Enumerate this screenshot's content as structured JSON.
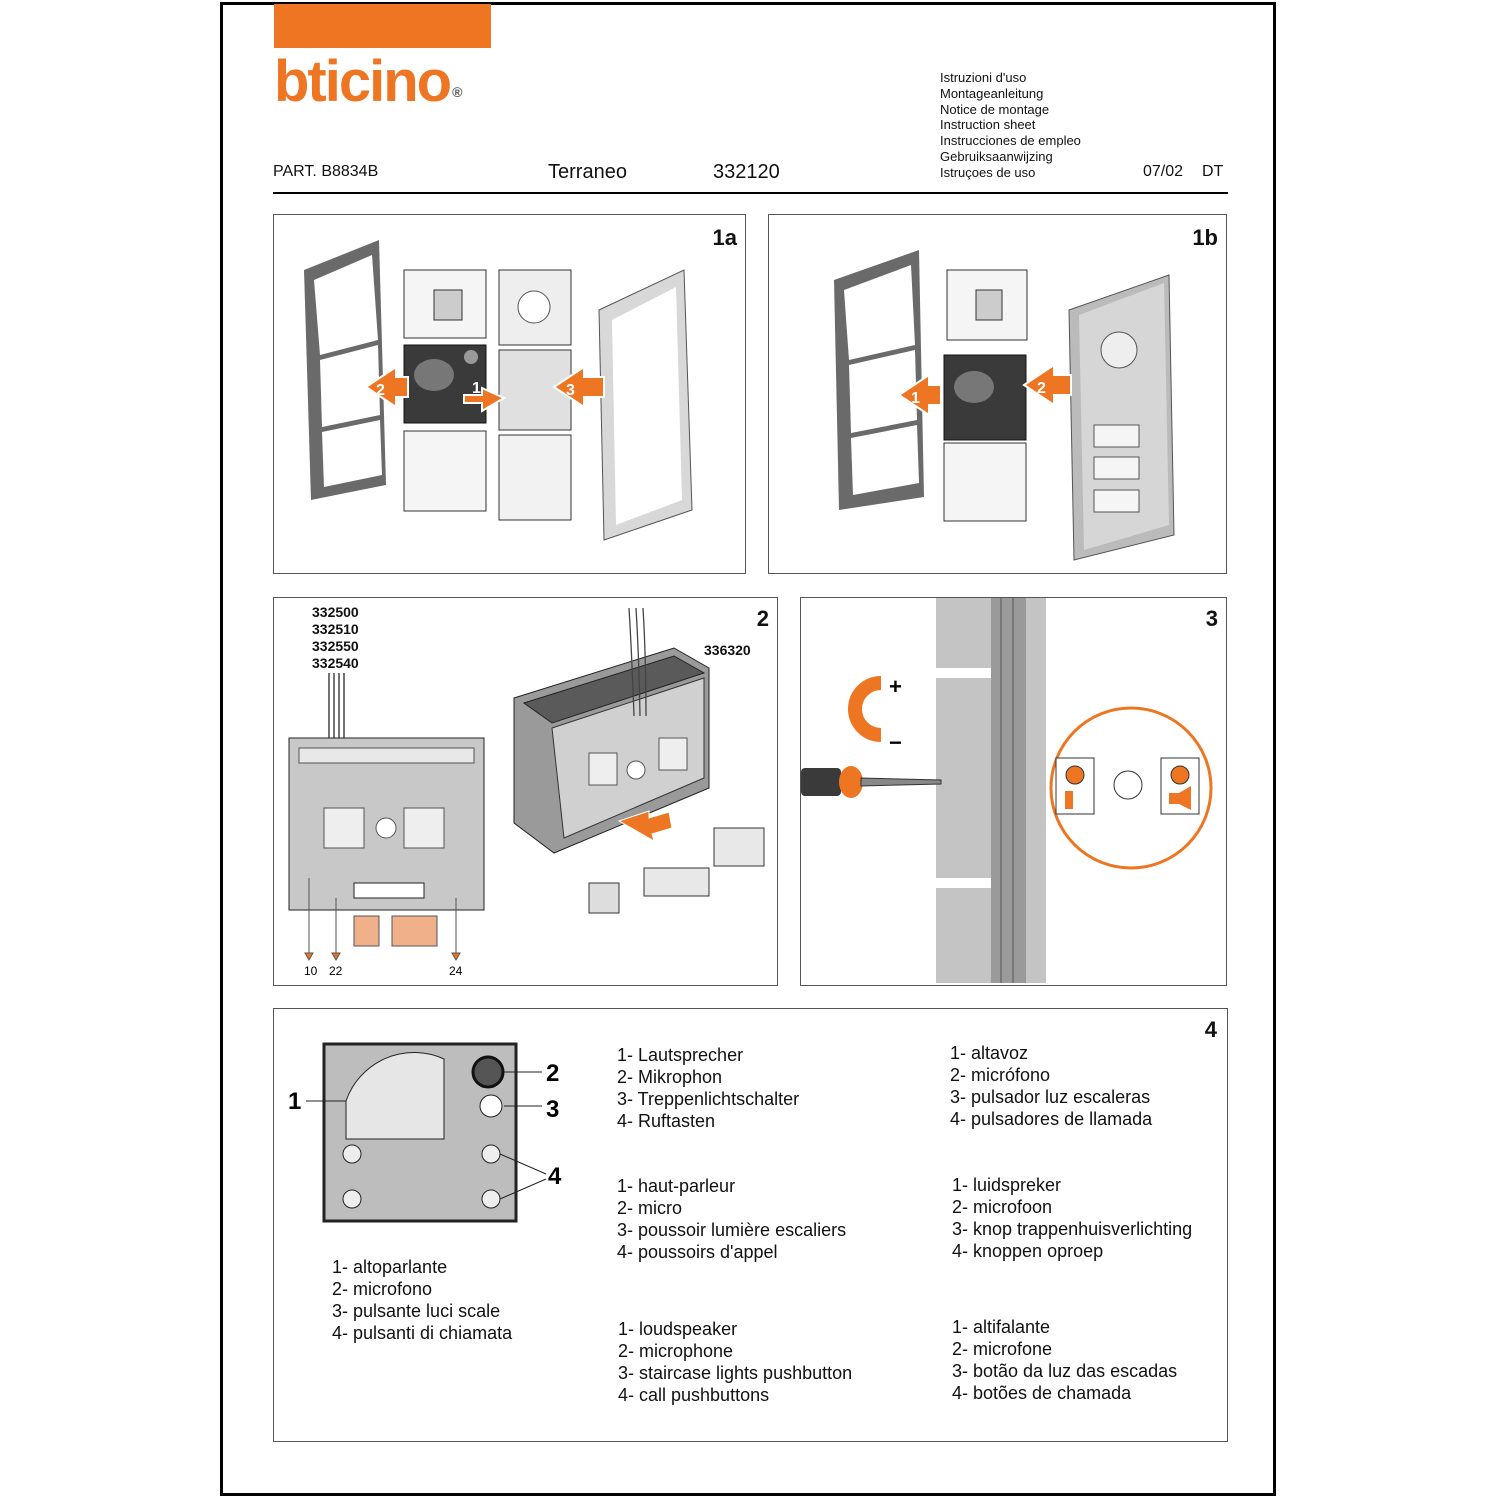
{
  "brand": {
    "name": "bticino",
    "registered": "®",
    "accent_color": "#ee7623"
  },
  "languages": [
    "Istruzioni d'uso",
    "Montageanleitung",
    "Notice de montage",
    "Instruction sheet",
    "Instrucciones de empleo",
    "Gebruiksaanwijzing",
    "Istruçoes de uso"
  ],
  "header": {
    "part": "PART. B8834B",
    "product": "Terraneo",
    "code": "332120",
    "date": "07/02",
    "dt": "DT"
  },
  "panels": {
    "p1a": {
      "label": "1a",
      "arrows": [
        "1",
        "2",
        "3"
      ]
    },
    "p1b": {
      "label": "1b",
      "arrows": [
        "1",
        "2"
      ]
    },
    "p2": {
      "label": "2",
      "codes": [
        "332500",
        "332510",
        "332550",
        "332540"
      ],
      "module_code": "336320",
      "terminals": [
        "10",
        "22",
        "24"
      ]
    },
    "p3": {
      "label": "3",
      "plus": "+",
      "minus": "−"
    },
    "p4": {
      "label": "4",
      "callouts": [
        "1",
        "2",
        "3",
        "4"
      ]
    }
  },
  "descriptions": {
    "it": [
      "1- altoparlante",
      "2- microfono",
      "3- pulsante luci scale",
      "4- pulsanti di chiamata"
    ],
    "de": [
      "1- Lautsprecher",
      "2- Mikrophon",
      "3- Treppenlichtschalter",
      "4- Ruftasten"
    ],
    "fr": [
      "1- haut-parleur",
      "2- micro",
      "3- poussoir lumière escaliers",
      "4- poussoirs d'appel"
    ],
    "en": [
      "1- loudspeaker",
      "2- microphone",
      "3- staircase lights pushbutton",
      "4- call pushbuttons"
    ],
    "es": [
      "1- altavoz",
      "2- micrófono",
      "3- pulsador luz escaleras",
      "4- pulsadores de llamada"
    ],
    "nl": [
      "1- luidspreker",
      "2- microfoon",
      "3- knop trappenhuisverlichting",
      "4- knoppen oproep"
    ],
    "pt": [
      "1- altifalante",
      "2- microfone",
      "3- botão da luz das escadas",
      "4- botões de chamada"
    ]
  }
}
